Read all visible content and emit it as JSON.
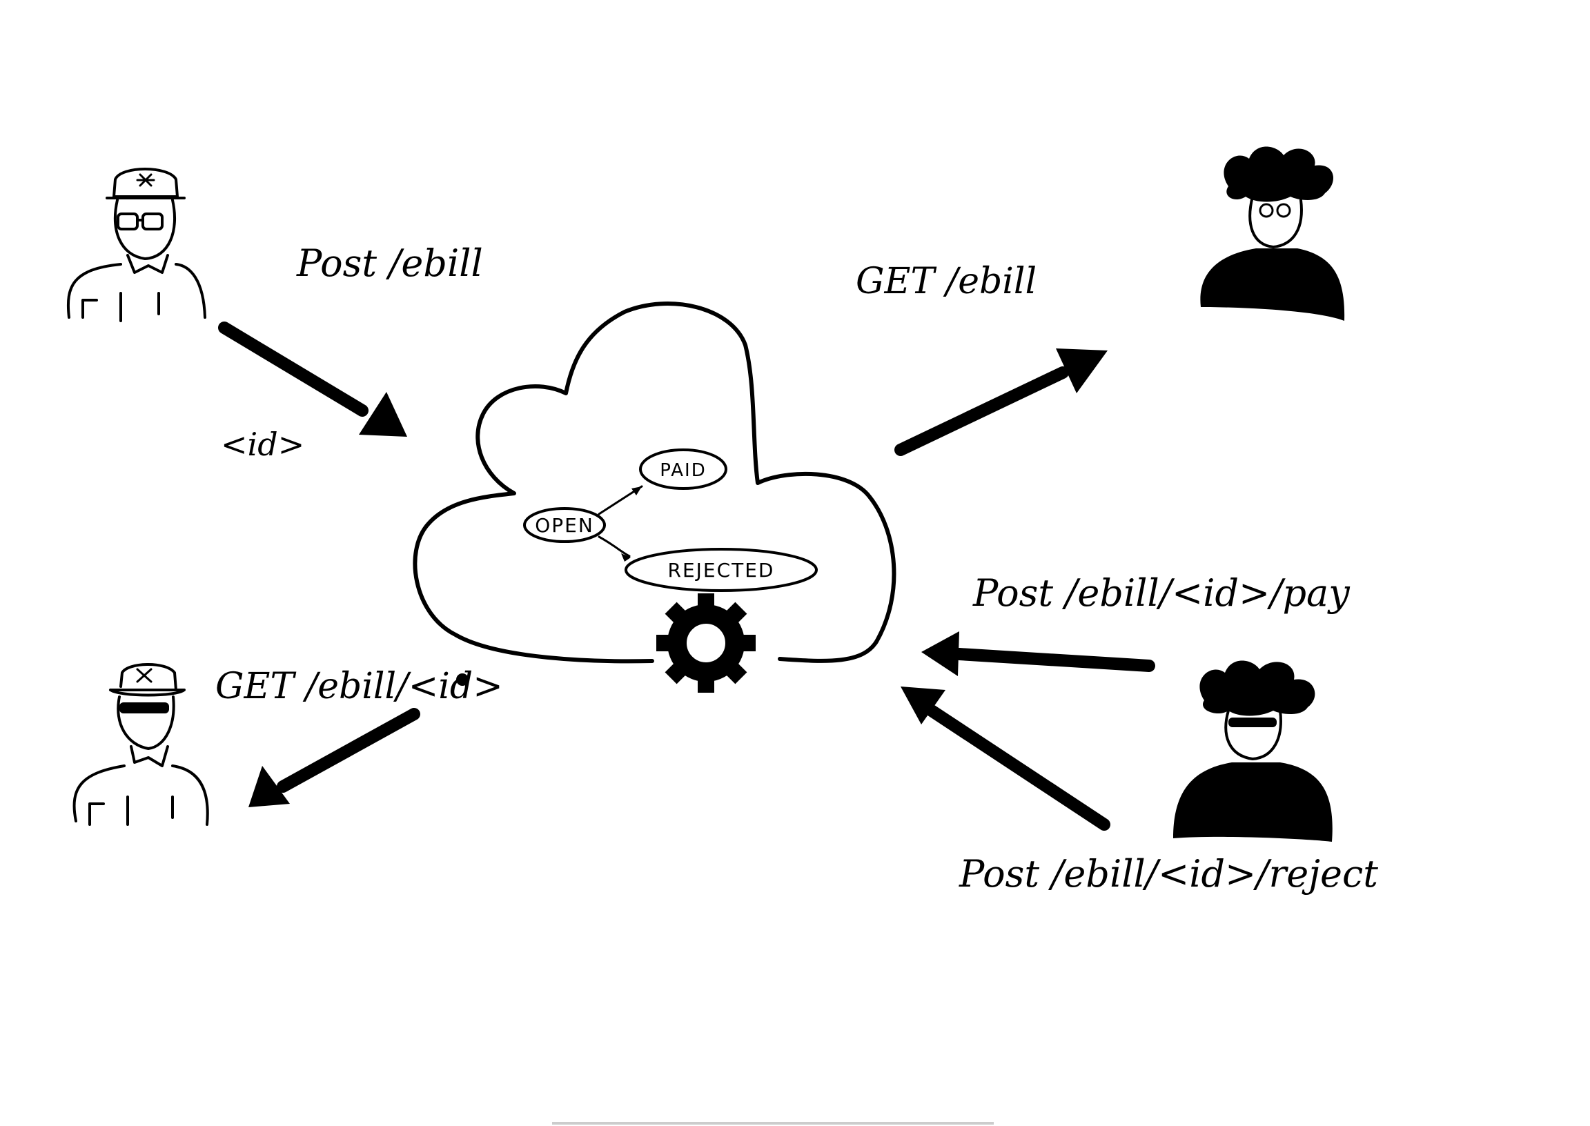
{
  "labels": {
    "post_bill": "Post /ebill",
    "id_return": "<id>",
    "get_bill": "GET /ebill",
    "get_bill_id": "GET /ebill/<id>",
    "post_pay": "Post /ebill/<id>/pay",
    "post_reject": "Post /ebill/<id>/reject"
  },
  "states": {
    "open": "OPEN",
    "paid": "PAID",
    "rejected": "REJECTED"
  },
  "icons": [
    "gear-icon",
    "biller-figure",
    "payer-figure"
  ],
  "ink_color": "#000000"
}
